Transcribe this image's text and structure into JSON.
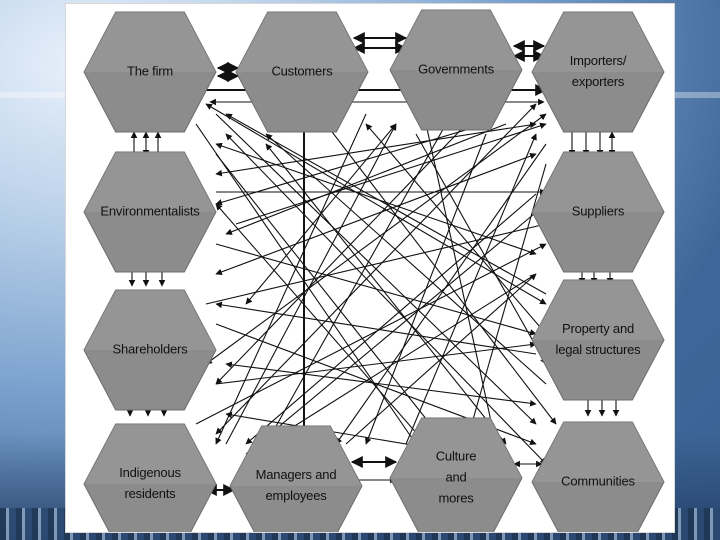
{
  "nodes": [
    {
      "id": "firm",
      "lines": [
        "The firm"
      ]
    },
    {
      "id": "customers",
      "lines": [
        "Customers"
      ]
    },
    {
      "id": "governments",
      "lines": [
        "Governments"
      ]
    },
    {
      "id": "importers",
      "lines": [
        "Importers/",
        "exporters"
      ]
    },
    {
      "id": "environmentalists",
      "lines": [
        "Environmentalists"
      ]
    },
    {
      "id": "suppliers",
      "lines": [
        "Suppliers"
      ]
    },
    {
      "id": "shareholders",
      "lines": [
        "Shareholders"
      ]
    },
    {
      "id": "property",
      "lines": [
        "Property and",
        "legal structures"
      ]
    },
    {
      "id": "indigenous",
      "lines": [
        "Indigenous",
        "residents"
      ]
    },
    {
      "id": "managers",
      "lines": [
        "Managers and",
        "employees"
      ]
    },
    {
      "id": "culture",
      "lines": [
        "Culture",
        "and",
        "mores"
      ]
    },
    {
      "id": "communities",
      "lines": [
        "Communities"
      ]
    }
  ],
  "colors": {
    "hex_fill": "#8c8c8c",
    "arrow": "#111111"
  }
}
